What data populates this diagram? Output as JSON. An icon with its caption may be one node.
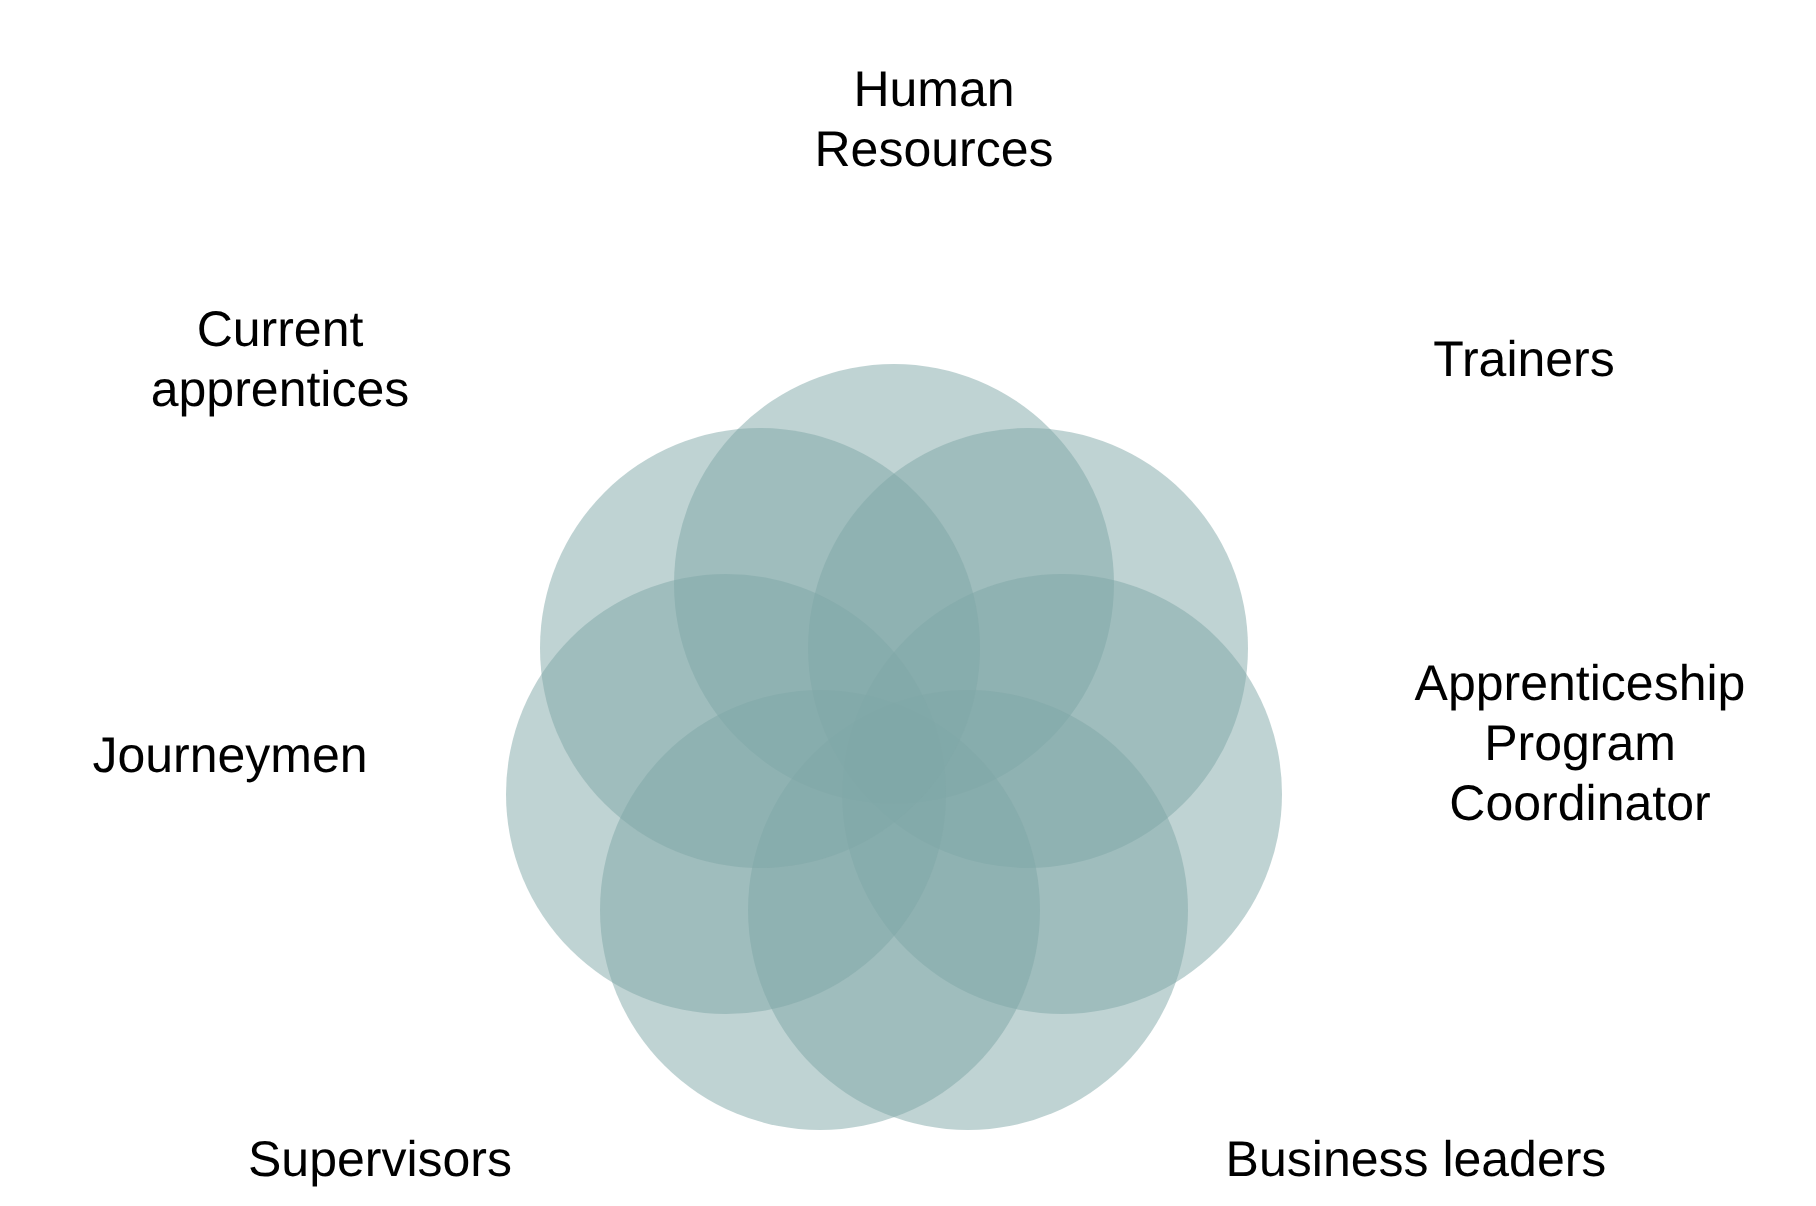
{
  "diagram": {
    "nodes": [
      {
        "text": [
          "Human Resources"
        ]
      },
      {
        "text": [
          "Trainers"
        ]
      },
      {
        "text": [
          "Apprenticeship Program Coordinator"
        ]
      },
      {
        "text": [
          "Business leaders"
        ]
      },
      {
        "text": [
          "Supervisors"
        ]
      },
      {
        "text": [
          "Journeymen"
        ]
      },
      {
        "text": [
          "Current apprentices"
        ]
      }
    ]
  }
}
